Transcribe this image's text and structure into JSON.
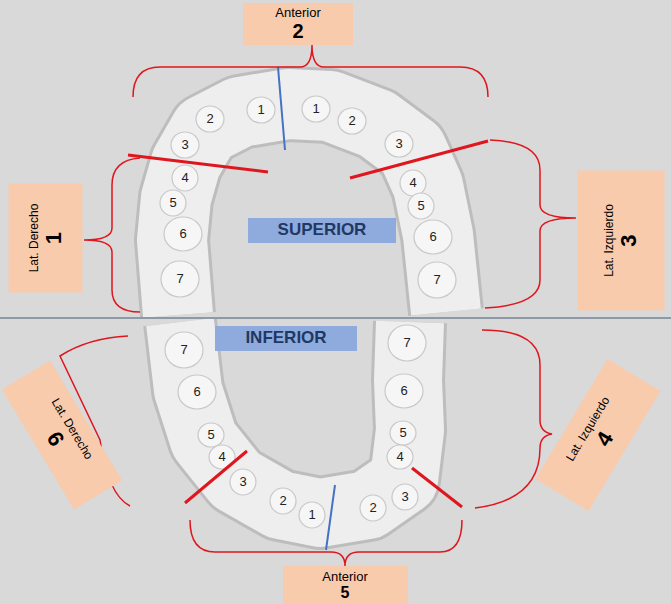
{
  "diagram": {
    "nodes": [
      {
        "text": [
          "Anterior",
          "2"
        ]
      },
      {
        "text": [
          "Lat. Derecho",
          "1"
        ]
      },
      {
        "text": [
          "SUPERIOR"
        ]
      },
      {
        "text": [
          "Lat. Izquierdo",
          "3"
        ]
      },
      {
        "text": [
          "INFERIOR"
        ]
      },
      {
        "text": [
          "Lat. Izquierdo",
          "4"
        ]
      },
      {
        "text": [
          "Lat. Derecho",
          "6"
        ]
      },
      {
        "text": [
          "Anterior",
          "5"
        ]
      }
    ],
    "labels": [
      "1",
      "1",
      "2",
      "2",
      "3",
      "3",
      "4",
      "4",
      "5",
      "5",
      "6",
      "6",
      "7",
      "7",
      "7",
      "7",
      "6",
      "6",
      "5",
      "5",
      "4",
      "4",
      "3",
      "3",
      "2",
      "2",
      "1"
    ]
  }
}
